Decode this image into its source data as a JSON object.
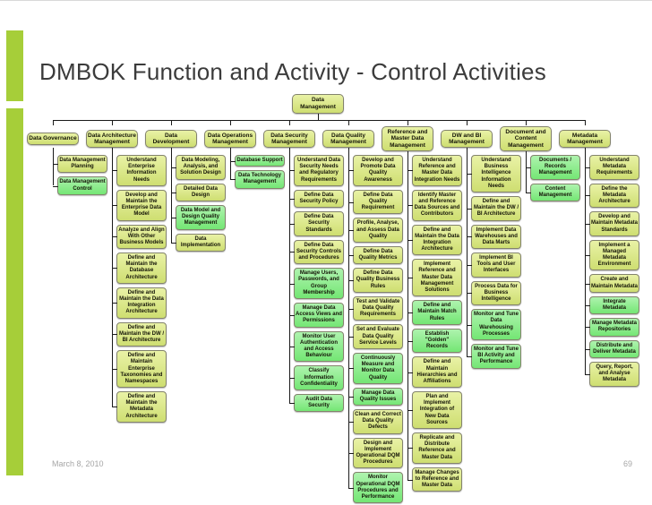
{
  "slide": {
    "title": "DMBOK Function and Activity - Control Activities",
    "footer_date": "March 8, 2010",
    "page_number": "69"
  },
  "colors": {
    "accent_bar": "#a6ce39",
    "box_yellow_top": "#e9f2a6",
    "box_yellow_bottom": "#cede71",
    "box_green_top": "#aef3ae",
    "box_green_bottom": "#74e674",
    "box_border": "#83836d",
    "connector": "#1a1a1a"
  },
  "chart": {
    "root": {
      "label": "Data Management"
    },
    "functions": [
      {
        "label": "Data Governance",
        "activities": [
          {
            "label": "Data Management Planning",
            "highlight": false
          },
          {
            "label": "Data Management Control",
            "highlight": true
          }
        ]
      },
      {
        "label": "Data Architecture Management",
        "activities": [
          {
            "label": "Understand Enterprise Information Needs",
            "highlight": false
          },
          {
            "label": "Develop and Maintain the Enterprise Data Model",
            "highlight": false
          },
          {
            "label": "Analyze and Align With Other Business Models",
            "highlight": false
          },
          {
            "label": "Define and Maintain the Database Architecture",
            "highlight": false
          },
          {
            "label": "Define and Maintain the Data Integration Architecture",
            "highlight": false
          },
          {
            "label": "Define and Maintain the DW / BI Architecture",
            "highlight": false
          },
          {
            "label": "Define and Maintain Enterprise Taxonomies and Namespaces",
            "highlight": false
          },
          {
            "label": "Define and Maintain the Metadata Architecture",
            "highlight": false
          }
        ]
      },
      {
        "label": "Data Development",
        "activities": [
          {
            "label": "Data Modeling, Analysis, and Solution Design",
            "highlight": false
          },
          {
            "label": "Detailed Data Design",
            "highlight": false
          },
          {
            "label": "Data Model and Design Quality Management",
            "highlight": true
          },
          {
            "label": "Data Implementation",
            "highlight": false
          }
        ]
      },
      {
        "label": "Data Operations Management",
        "activities": [
          {
            "label": "Database Support",
            "highlight": true
          },
          {
            "label": "Data Technology Management",
            "highlight": true
          }
        ]
      },
      {
        "label": "Data Security Management",
        "activities": [
          {
            "label": "Understand Data Security Needs and Regulatory Requirements",
            "highlight": false
          },
          {
            "label": "Define Data Security Policy",
            "highlight": false
          },
          {
            "label": "Define Data Security Standards",
            "highlight": false
          },
          {
            "label": "Define Data Security Controls and Procedures",
            "highlight": false
          },
          {
            "label": "Manage Users, Passwords, and Group Membership",
            "highlight": true
          },
          {
            "label": "Manage Data Access Views and Permissions",
            "highlight": true
          },
          {
            "label": "Monitor User Authentication and Access Behaviour",
            "highlight": true
          },
          {
            "label": "Classify Information Confidentiality",
            "highlight": true
          },
          {
            "label": "Audit Data Security",
            "highlight": true
          }
        ]
      },
      {
        "label": "Data Quality Management",
        "activities": [
          {
            "label": "Develop and Promote Data Quality Awareness",
            "highlight": false
          },
          {
            "label": "Define Data Quality Requirement",
            "highlight": false
          },
          {
            "label": "Profile, Analyse, and Assess Data Quality",
            "highlight": false
          },
          {
            "label": "Define Data Quality Metrics",
            "highlight": false
          },
          {
            "label": "Define Data Quality Business Rules",
            "highlight": false
          },
          {
            "label": "Test and Validate Data Quality Requirements",
            "highlight": false
          },
          {
            "label": "Set and Evaluate Data Quality Service Levels",
            "highlight": false
          },
          {
            "label": "Continuously Measure and Monitor Data Quality",
            "highlight": true
          },
          {
            "label": "Manage Data Quality Issues",
            "highlight": true
          },
          {
            "label": "Clean and Correct Data Quality Defects",
            "highlight": false
          },
          {
            "label": "Design and Implement Operational DQM Procedures",
            "highlight": false
          },
          {
            "label": "Monitor Operational DQM Procedures and Performance",
            "highlight": true
          }
        ]
      },
      {
        "label": "Reference and Master Data Management",
        "activities": [
          {
            "label": "Understand Reference and Master Data Integration Needs",
            "highlight": false
          },
          {
            "label": "Identify Master and Reference Data Sources and Contributors",
            "highlight": false
          },
          {
            "label": "Define and Maintain the Data Integration Architecture",
            "highlight": false
          },
          {
            "label": "Implement Reference and Master Data Management Solutions",
            "highlight": false
          },
          {
            "label": "Define and Maintain Match Rules",
            "highlight": true
          },
          {
            "label": "Establish \"Golden\" Records",
            "highlight": true
          },
          {
            "label": "Define and Maintain Hierarchies and Affiliations",
            "highlight": false
          },
          {
            "label": "Plan and Implement Integration of New Data Sources",
            "highlight": false
          },
          {
            "label": "Replicate and Distribute Reference and Master Data",
            "highlight": false
          },
          {
            "label": "Manage Changes to Reference and Master Data",
            "highlight": false
          }
        ]
      },
      {
        "label": "DW and BI Management",
        "activities": [
          {
            "label": "Understand Business Intelligence Information Needs",
            "highlight": false
          },
          {
            "label": "Define and Maintain the DW / BI Architecture",
            "highlight": false
          },
          {
            "label": "Implement Data Warehouses and Data Marts",
            "highlight": false
          },
          {
            "label": "Implement BI Tools and User Interfaces",
            "highlight": false
          },
          {
            "label": "Process Data for Business Intelligence",
            "highlight": false
          },
          {
            "label": "Monitor and Tune Data Warehousing Processes",
            "highlight": true
          },
          {
            "label": "Monitor and Tune BI Activity and Performance",
            "highlight": true
          }
        ]
      },
      {
        "label": "Document and Content Management",
        "activities": [
          {
            "label": "Documents / Records Management",
            "highlight": true
          },
          {
            "label": "Content Management",
            "highlight": true
          }
        ]
      },
      {
        "label": "Metadata Management",
        "activities": [
          {
            "label": "Understand Metadata Requirements",
            "highlight": false
          },
          {
            "label": "Define the Metadata Architecture",
            "highlight": false
          },
          {
            "label": "Develop and Maintain Metadata Standards",
            "highlight": false
          },
          {
            "label": "Implement a Managed Metadata Environment",
            "highlight": false
          },
          {
            "label": "Create and Maintain Metadata",
            "highlight": false
          },
          {
            "label": "Integrate Metadata",
            "highlight": true
          },
          {
            "label": "Manage Metadata Repositories",
            "highlight": true
          },
          {
            "label": "Distribute and Deliver Metadata",
            "highlight": true
          },
          {
            "label": "Query, Report, and Analyse Metadata",
            "highlight": false
          }
        ]
      }
    ]
  }
}
